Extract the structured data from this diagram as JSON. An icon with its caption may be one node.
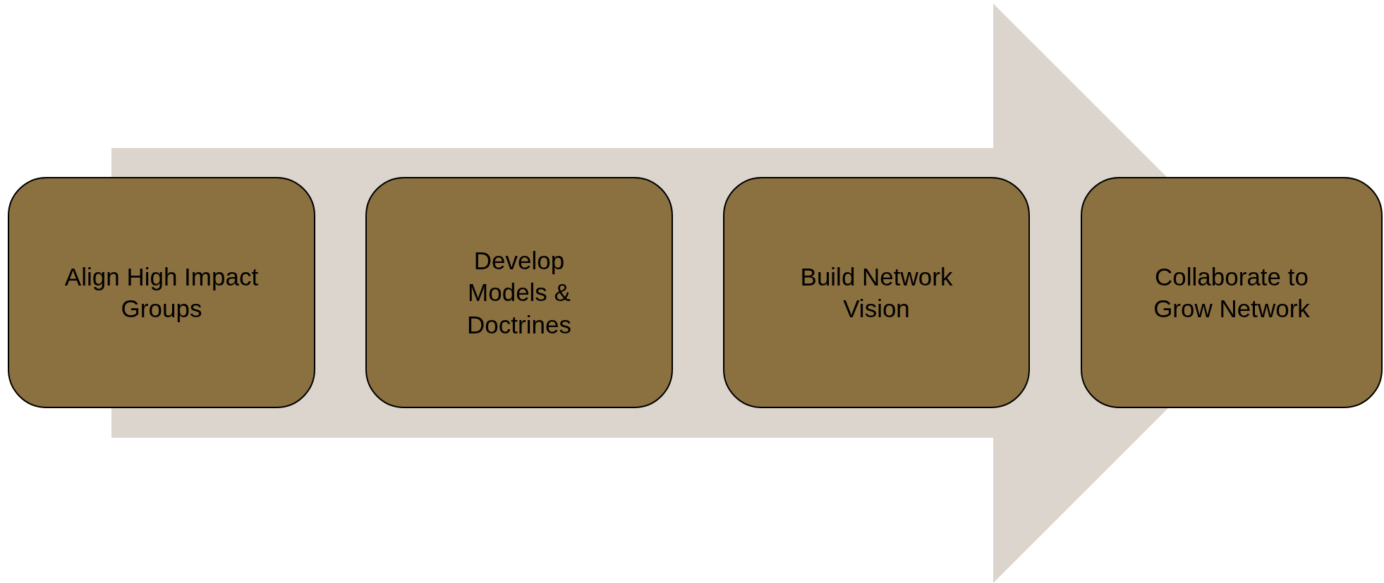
{
  "diagram": {
    "nodes": [
      {
        "text": [
          "Align High Impact Groups"
        ]
      },
      {
        "text": [
          "Develop Models & Doctrines"
        ]
      },
      {
        "text": [
          "Build Network Vision"
        ]
      },
      {
        "text": [
          "Collaborate to Grow Network"
        ]
      }
    ],
    "edges": [
      {
        "from": 0,
        "to": 3,
        "arrow": "to"
      }
    ]
  }
}
